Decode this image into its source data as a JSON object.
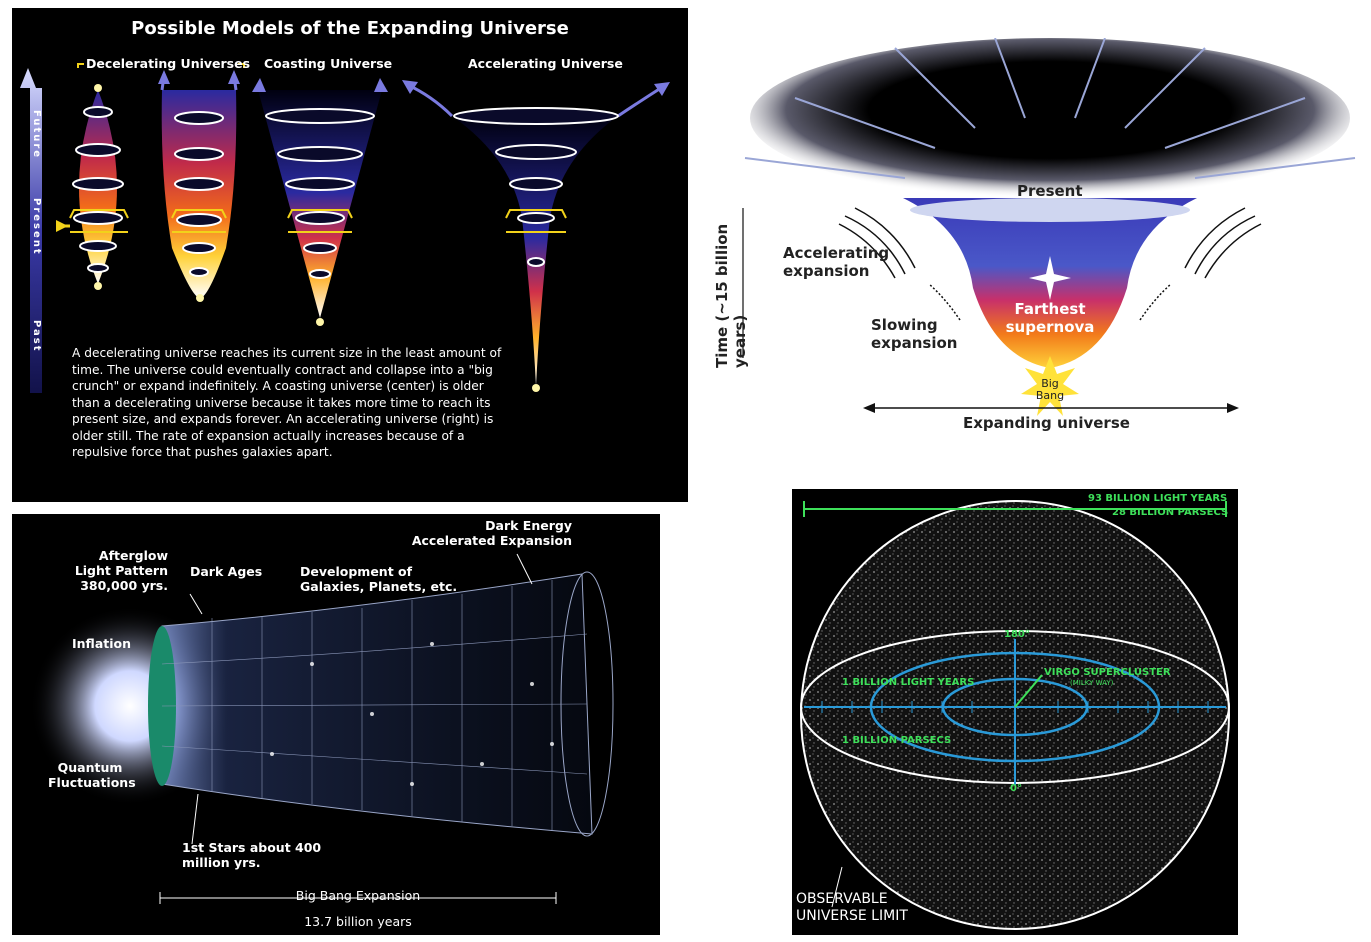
{
  "models": {
    "title": "Possible Models of the Expanding Universe",
    "decelerating": "Decelerating Universes",
    "coasting": "Coasting Universe",
    "accelerating": "Accelerating Universe",
    "axis_future": "Future",
    "axis_present": "Present",
    "axis_past": "Past",
    "paragraph": "A decelerating universe reaches its current size in the least amount of time. The universe could eventually contract and collapse into a \"big crunch\" or expand indefinitely. A coasting universe (center) is older than a decelerating universe because it takes more time to reach its present size, and expands forever. An accelerating universe (right) is older still. The rate of expansion actually increases because of a repulsive force that pushes galaxies apart."
  },
  "funnel": {
    "present": "Present",
    "accelerating": "Accelerating expansion",
    "slowing": "Slowing expansion",
    "farthest": "Farthest supernova",
    "big_bang": "Big Bang",
    "time_axis": "Time (~15 billion years)",
    "expanding": "Expanding universe"
  },
  "timeline": {
    "afterglow": "Afterglow Light Pattern 380,000 yrs.",
    "inflation": "Inflation",
    "quantum": "Quantum Fluctuations",
    "dark_ages": "Dark Ages",
    "development": "Development of Galaxies, Planets, etc.",
    "dark_energy": "Dark Energy Accelerated Expansion",
    "first_stars": "1st Stars about 400 million yrs.",
    "big_bang_expansion": "Big Bang Expansion",
    "duration": "13.7 billion years"
  },
  "sphere": {
    "ly": "93 BILLION LIGHT YEARS",
    "pc": "28 BILLION PARSECS",
    "deg180": "180°",
    "deg0": "0°",
    "one_bly": "1 BILLION LIGHT YEARS",
    "one_bpc": "1 BILLION PARSECS",
    "virgo": "VIRGO SUPERCLUSTER",
    "milky": "(MILKY WAY)",
    "limit": "OBSERVABLE UNIVERSE LIMIT"
  },
  "colors": {
    "accent_green": "#3ee05a",
    "axis_blue": "#3a3aa8",
    "yellow": "#f2d21a"
  }
}
